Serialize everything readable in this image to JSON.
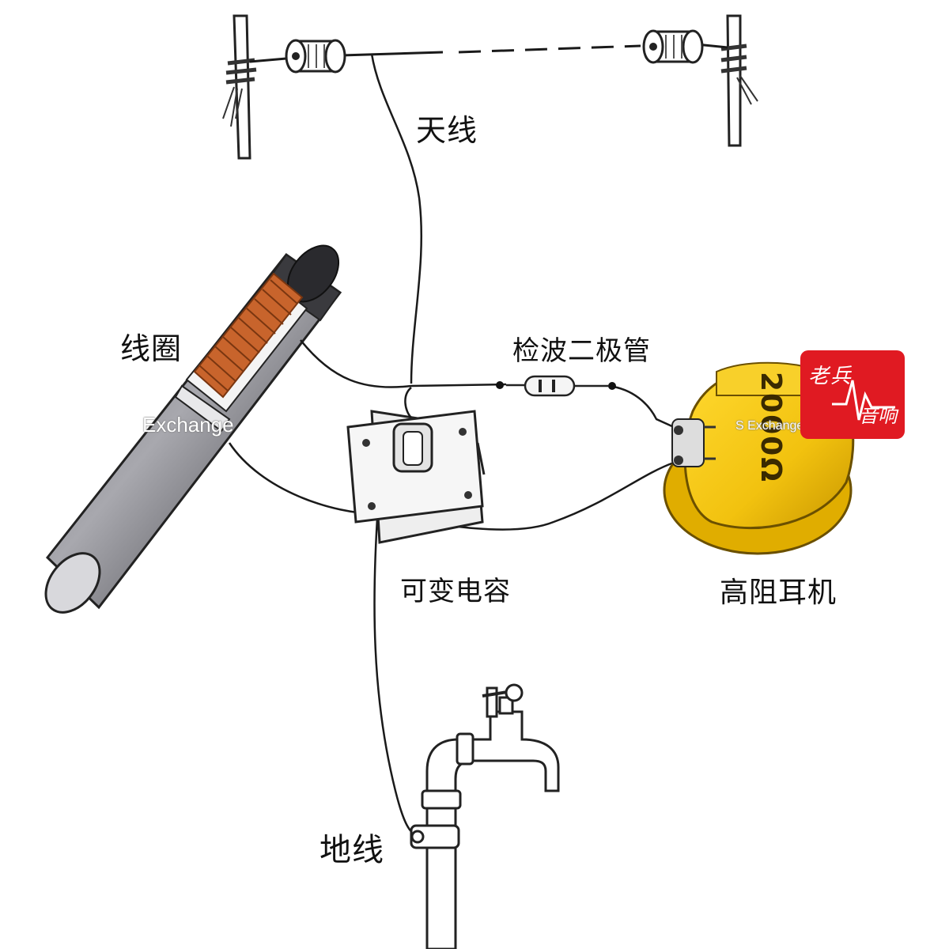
{
  "labels": {
    "antenna": "天线",
    "coil": "线圈",
    "diode": "检波二极管",
    "capacitor": "可变电容",
    "earphone": "高阻耳机",
    "ground": "地线",
    "earphone_marking": "2000Ω"
  },
  "watermark": {
    "left_text": "Exchange",
    "right_text": "S Exchange  Audio  Accesso",
    "logo_text_top": "老兵",
    "logo_text_bottom": "音响"
  },
  "colors": {
    "earphone_yellow": "#f2c20f",
    "earphone_dark": "#c99700",
    "coil_copper": "#c8642c",
    "rod_dark": "#3c3c40",
    "logo_red": "#e01a22",
    "wire": "#1a1a1a"
  }
}
